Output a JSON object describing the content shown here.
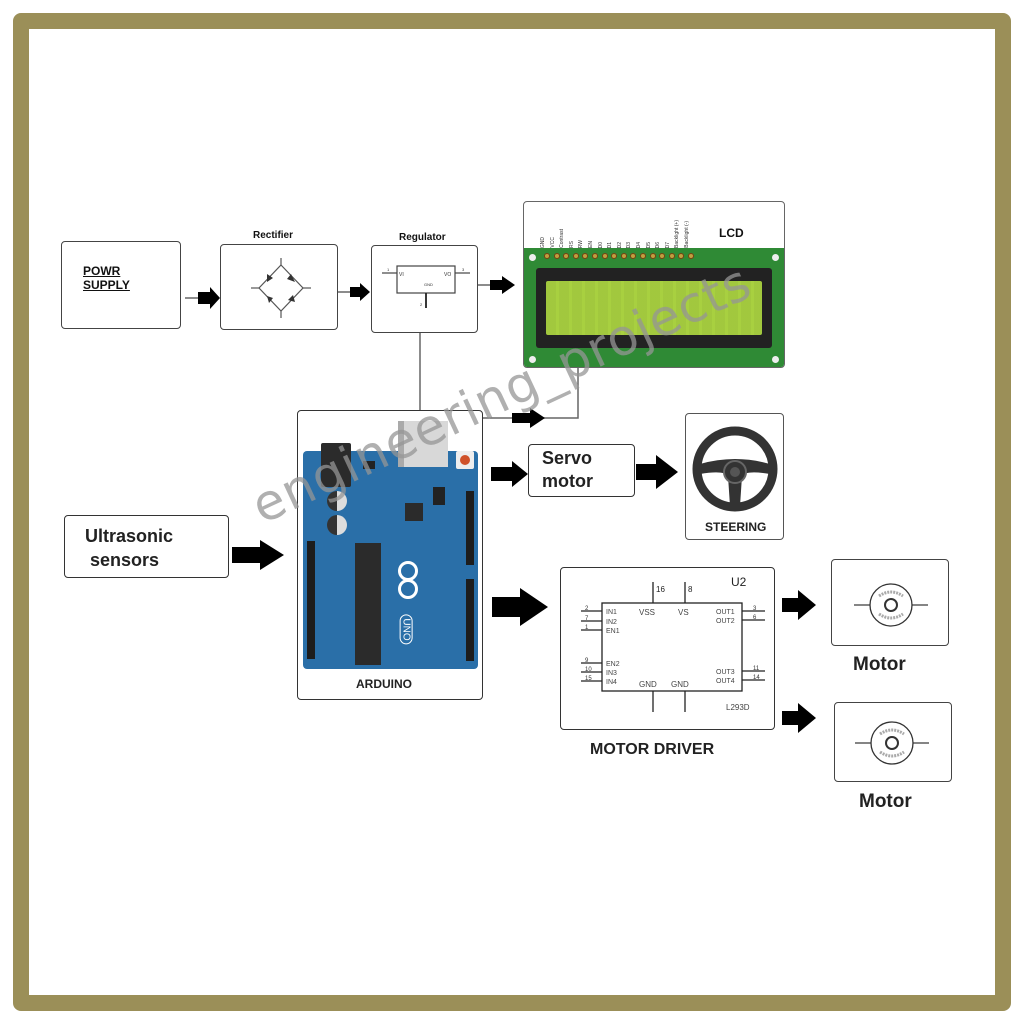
{
  "blocks": {
    "power_supply": {
      "label_line1": "POWR",
      "label_line2": "SUPPLY"
    },
    "rectifier": {
      "title": "Rectifier"
    },
    "regulator": {
      "title": "Regulator",
      "pin_in": "VI",
      "pin_out": "VO",
      "pin_gnd": "GND",
      "pin1": "1",
      "pin2": "2",
      "pin3": "3"
    },
    "lcd": {
      "title": "LCD",
      "pins": [
        "GND",
        "VCC",
        "Contrast",
        "RS",
        "RW",
        "EN",
        "D0",
        "D1",
        "D2",
        "D3",
        "D4",
        "D5",
        "D6",
        "D7",
        "Backlight (+)",
        "Backlight (-)"
      ]
    },
    "arduino": {
      "label": "ARDUINO",
      "board_text": "UNO"
    },
    "ultrasonic": {
      "label_line1": "Ultrasonic",
      "label_line2": "sensors"
    },
    "servo": {
      "label_line1": "Servo",
      "label_line2": "motor"
    },
    "steering": {
      "label": "STEERING"
    },
    "motor_driver": {
      "label": "MOTOR DRIVER",
      "ref": "U2",
      "part": "L293D",
      "top_pins": [
        "16",
        "8"
      ],
      "pin_names_top": [
        "VSS",
        "VS"
      ],
      "left_pins": [
        {
          "num": "2",
          "name": "IN1"
        },
        {
          "num": "7",
          "name": "IN2"
        },
        {
          "num": "1",
          "name": "EN1"
        },
        {
          "num": "9",
          "name": "EN2"
        },
        {
          "num": "10",
          "name": "IN3"
        },
        {
          "num": "15",
          "name": "IN4"
        }
      ],
      "right_pins": [
        {
          "num": "3",
          "name": "OUT1"
        },
        {
          "num": "6",
          "name": "OUT2"
        },
        {
          "num": "11",
          "name": "OUT3"
        },
        {
          "num": "14",
          "name": "OUT4"
        }
      ],
      "bottom_pin_names": [
        "GND",
        "GND"
      ]
    },
    "motor1": {
      "label": "Motor"
    },
    "motor2": {
      "label": "Motor"
    }
  },
  "watermark": "engineering_projects",
  "colors": {
    "frame": "#9b8f58",
    "arduino_board": "#2a6fa8",
    "lcd_pcb": "#2f8a35",
    "lcd_screen": "#a8d040",
    "arrow": "#000000"
  }
}
